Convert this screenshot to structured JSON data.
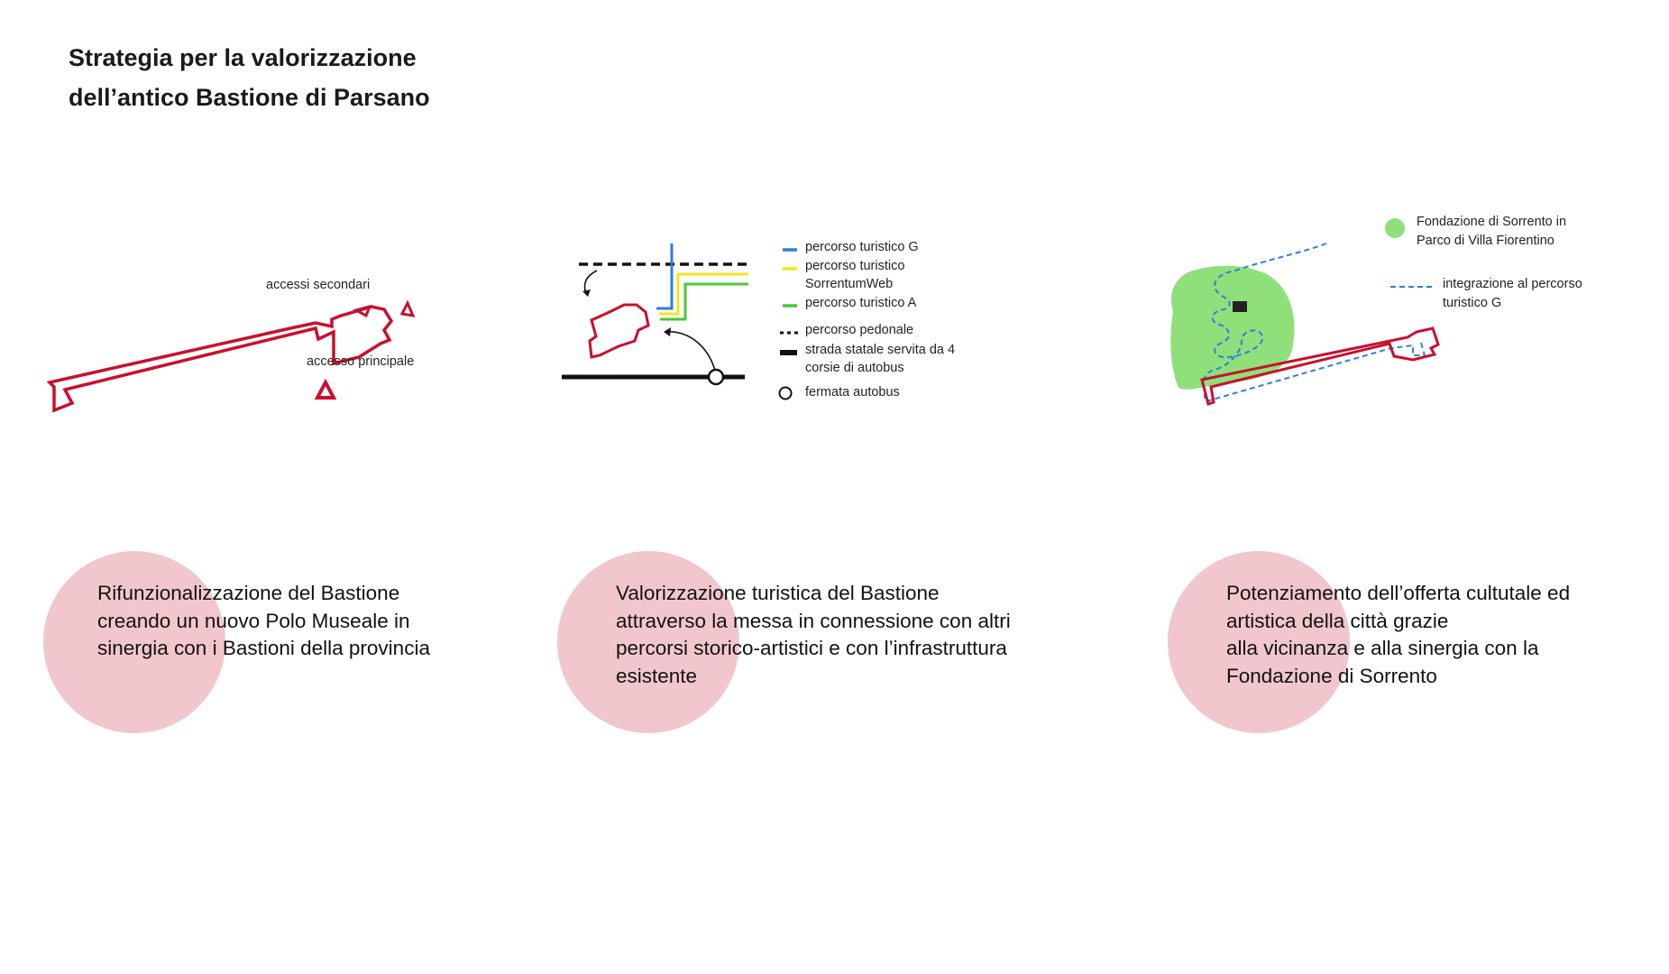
{
  "title": {
    "line1": "Strategia per la valorizzazione",
    "line2": "dell’antico Bastione di Parsano"
  },
  "colors": {
    "bastion_red": "#c8102e",
    "route_g_blue": "#2f7de1",
    "route_sorrentumweb_yellow": "#f5e61c",
    "route_a_green": "#4cc63a",
    "park_green": "#8fe07a",
    "circle_pink": "#f1c7cd"
  },
  "panel1": {
    "label_secondary": "accessi secondari",
    "label_main": "accesso principale"
  },
  "panel2": {
    "legend": [
      {
        "icon": "blue-line-icon",
        "lines": [
          "percorso turistico G"
        ]
      },
      {
        "icon": "yellow-line-icon",
        "lines": [
          "percorso turistico",
          "SorrentumWeb"
        ]
      },
      {
        "icon": "green-line-icon",
        "lines": [
          "percorso turistico A"
        ]
      },
      {
        "icon": "dashed-line-icon",
        "lines": [
          "percorso pedonale"
        ]
      },
      {
        "icon": "thick-black-line-icon",
        "lines": [
          "strada statale servita da 4",
          "corsie di autobus"
        ]
      },
      {
        "icon": "circle-stop-icon",
        "lines": [
          "fermata autobus"
        ]
      }
    ]
  },
  "panel3": {
    "legend": [
      {
        "icon": "green-dot-icon",
        "lines": [
          "Fondazione di Sorrento in",
          "Parco di Villa Fiorentino"
        ]
      },
      {
        "icon": "blue-dashed-line-icon",
        "lines": [
          "integrazione al percorso",
          "turistico G"
        ]
      }
    ]
  },
  "descriptions": [
    {
      "lines": [
        "Rifunzionalizzazione del Bastione",
        "creando un nuovo Polo Museale in",
        "sinergia con i Bastioni della provincia"
      ]
    },
    {
      "lines": [
        "Valorizzazione turistica del Bastione",
        "attraverso la messa in connessione con altri",
        "percorsi storico-artistici e con l’infrastruttura",
        "esistente"
      ]
    },
    {
      "lines": [
        "Potenziamento dell’offerta cultutale ed",
        "artistica della città grazie",
        "alla vicinanza e alla sinergia con la",
        "Fondazione di Sorrento"
      ]
    }
  ]
}
